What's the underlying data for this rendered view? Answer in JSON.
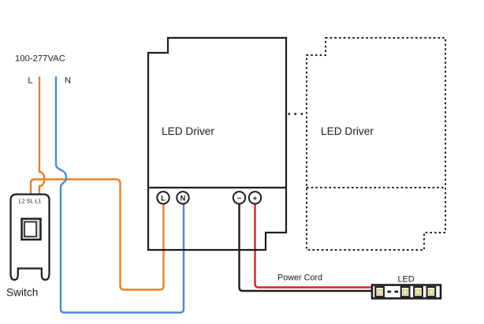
{
  "colors": {
    "live": "#E8802C",
    "neutral": "#4C8BC9",
    "positive": "#DE2027",
    "negative": "#1D1D1B",
    "outline": "#1D1D1B"
  },
  "power_source": {
    "voltage_label": "100-277VAC",
    "live_label": "L",
    "neutral_label": "N"
  },
  "wall_switch": {
    "name_label": "Switch",
    "terminals_label": "L2 SL L1"
  },
  "driver_primary": {
    "name_label": "LED Driver",
    "terminals": [
      {
        "label": "L"
      },
      {
        "label": "N"
      },
      {
        "label": "−"
      },
      {
        "label": "+"
      }
    ]
  },
  "driver_secondary": {
    "name_label": "LED Driver"
  },
  "output": {
    "power_cord_label": "Power Cord",
    "led_label": "LED"
  }
}
